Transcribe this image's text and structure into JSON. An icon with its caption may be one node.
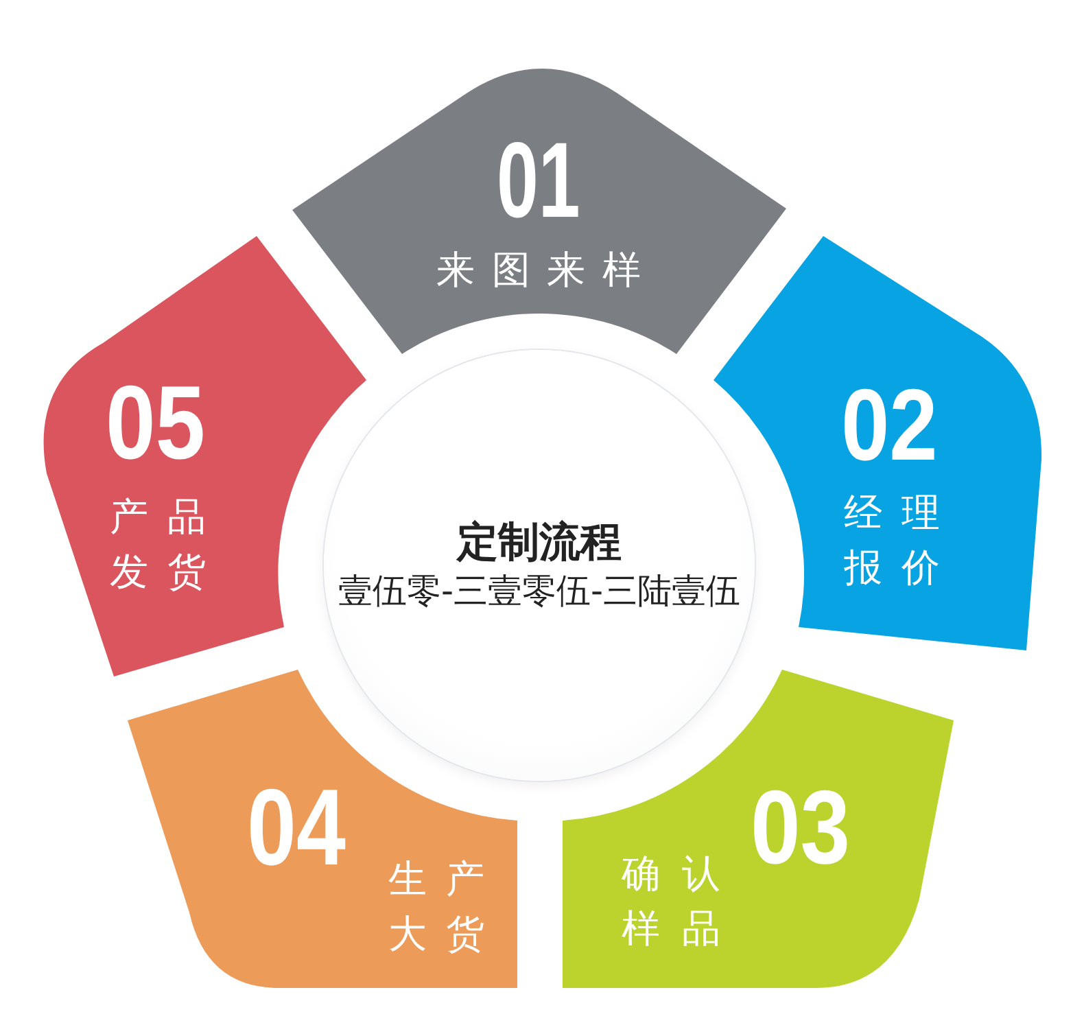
{
  "diagram": {
    "nodes": [
      {
        "text": [
          "01",
          "来图来样"
        ]
      },
      {
        "text": [
          "02",
          "经理报价"
        ]
      },
      {
        "text": [
          "03",
          "确认样品"
        ]
      },
      {
        "text": [
          "04",
          "生产大货"
        ]
      },
      {
        "text": [
          "05",
          "产品发货"
        ]
      },
      {
        "text": [
          "定制流程",
          "壹伍零-三壹零伍-三陆壹伍"
        ]
      }
    ]
  }
}
